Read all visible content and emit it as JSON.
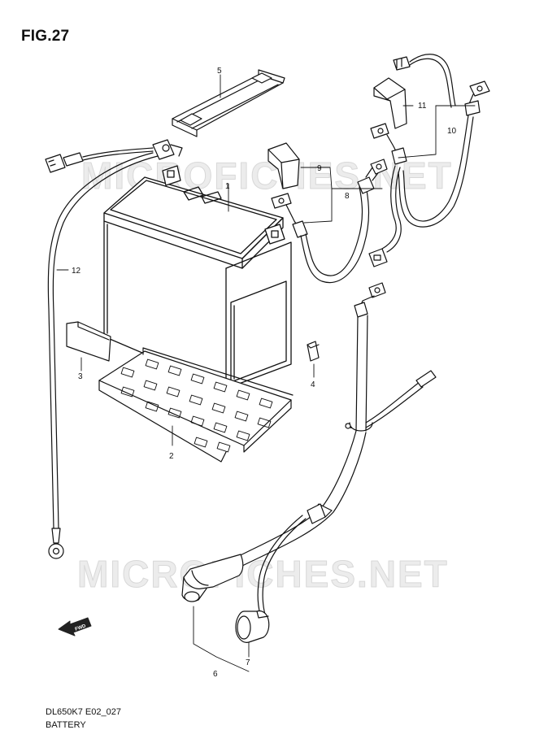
{
  "figure_title": "FIG.27",
  "footer": {
    "code": "DL650K7 E02_027",
    "name": "BATTERY"
  },
  "watermark": "MICROFICHES.NET",
  "fwd_text": "FWD",
  "parts": [
    {
      "id": "p1",
      "number": "1"
    },
    {
      "id": "p2",
      "number": "2"
    },
    {
      "id": "p3",
      "number": "3"
    },
    {
      "id": "p4",
      "number": "4"
    },
    {
      "id": "p5",
      "number": "5"
    },
    {
      "id": "p6",
      "number": "6"
    },
    {
      "id": "p7",
      "number": "7"
    },
    {
      "id": "p8",
      "number": "8"
    },
    {
      "id": "p9",
      "number": "9"
    },
    {
      "id": "p10",
      "number": "10"
    },
    {
      "id": "p11",
      "number": "11"
    },
    {
      "id": "p12",
      "number": "12"
    }
  ]
}
